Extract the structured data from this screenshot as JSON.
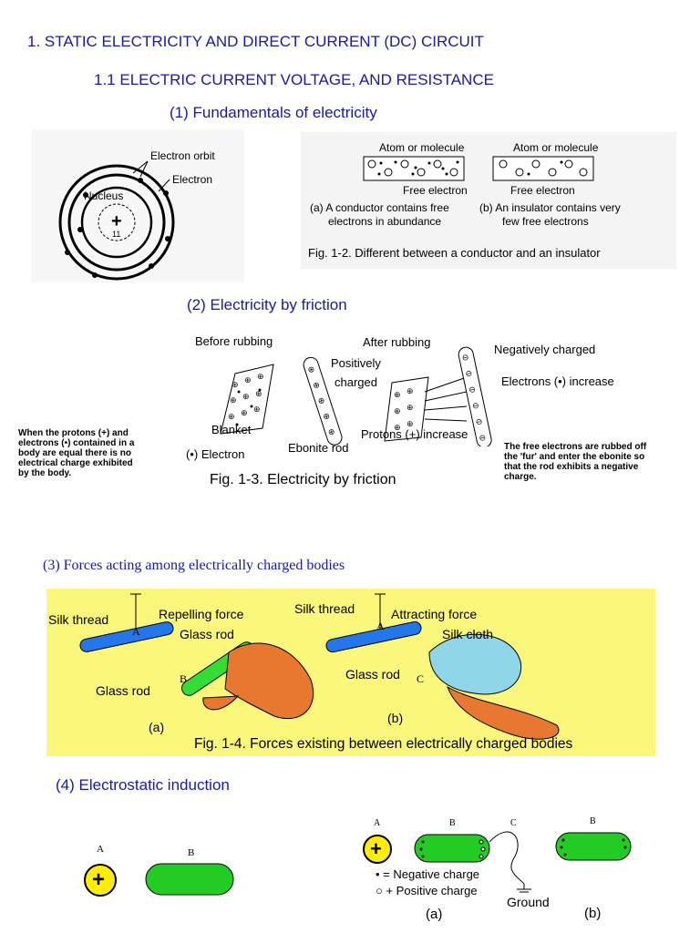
{
  "headings": {
    "h1": "1. STATIC ELECTRICITY AND DIRECT CURRENT (DC) CIRCUIT",
    "h2": "1.1 ELECTRIC CURRENT VOLTAGE, AND RESISTANCE",
    "h3": "(1) Fundamentals of electricity",
    "h4": "(2) Electricity by friction",
    "h5": "(3) Forces acting among electrically charged bodies",
    "h6": "(4) Electrostatic induction"
  },
  "fig_atom": {
    "electron_orbit": "Electron orbit",
    "electron": "Electron",
    "nucleus": "Nucleus",
    "plus": "+",
    "number": "11"
  },
  "fig12": {
    "atom_a": "Atom or molecule",
    "atom_b": "Atom or molecule",
    "free_a": "Free electron",
    "free_b": "Free electron",
    "text_a1": "(a)  A conductor contains free",
    "text_a2": "electrons in abundance",
    "text_b1": "(b)  An insulator contains very",
    "text_b2": "few free electrons",
    "caption": "Fig. 1-2.   Different between a conductor and an insulator"
  },
  "fig13": {
    "before": "Before rubbing",
    "after": "After rubbing",
    "positively": "Positively",
    "charged": "charged",
    "negatively": "Negatively charged",
    "electrons_inc": "Electrons (•) increase",
    "blanket": "Blanket",
    "electron": "(•) Electron",
    "ebonite": "Ebonite rod",
    "protons_inc": "Protons (+) increase",
    "left_note": [
      "When the protons (+) and",
      "electrons (•) contained in a",
      "body are equal there is no",
      "electrical charge exhibited",
      "by the body."
    ],
    "right_note": [
      "The free electrons are rubbed off",
      "the 'fur' and enter the ebonite so",
      "that the rod exhibits a negative",
      "charge."
    ],
    "caption": "Fig. 1-3.   Electricity by friction"
  },
  "fig14": {
    "silk_a": "Silk thread",
    "repel": "Repelling force",
    "glass_rod_top": "Glass rod",
    "glass_rod_bottom": "Glass rod",
    "label_a": "A",
    "label_b": "B",
    "sub_a": "(a)",
    "silk_b": "Silk thread",
    "attract": "Attracting force",
    "silk_cloth": "Silk cloth",
    "glass_rod_b": "Glass rod",
    "label_a2": "A",
    "label_c": "C",
    "sub_b": "(b)",
    "caption": "Fig. 1-4.  Forces existing between electrically charged bodies",
    "bg_color": "#fbf77a"
  },
  "fig15": {
    "left_a": "A",
    "left_b": "B",
    "right_a": "A",
    "right_b": "B",
    "right_c": "C",
    "right_b2": "B",
    "neg": "• = Negative charge",
    "pos": "○ + Positive charge",
    "ground": "Ground",
    "sub_a": "(a)",
    "sub_b": "(b)",
    "plus": "+",
    "sphere_color": "#ffee00",
    "bar_color": "#22cc22"
  }
}
